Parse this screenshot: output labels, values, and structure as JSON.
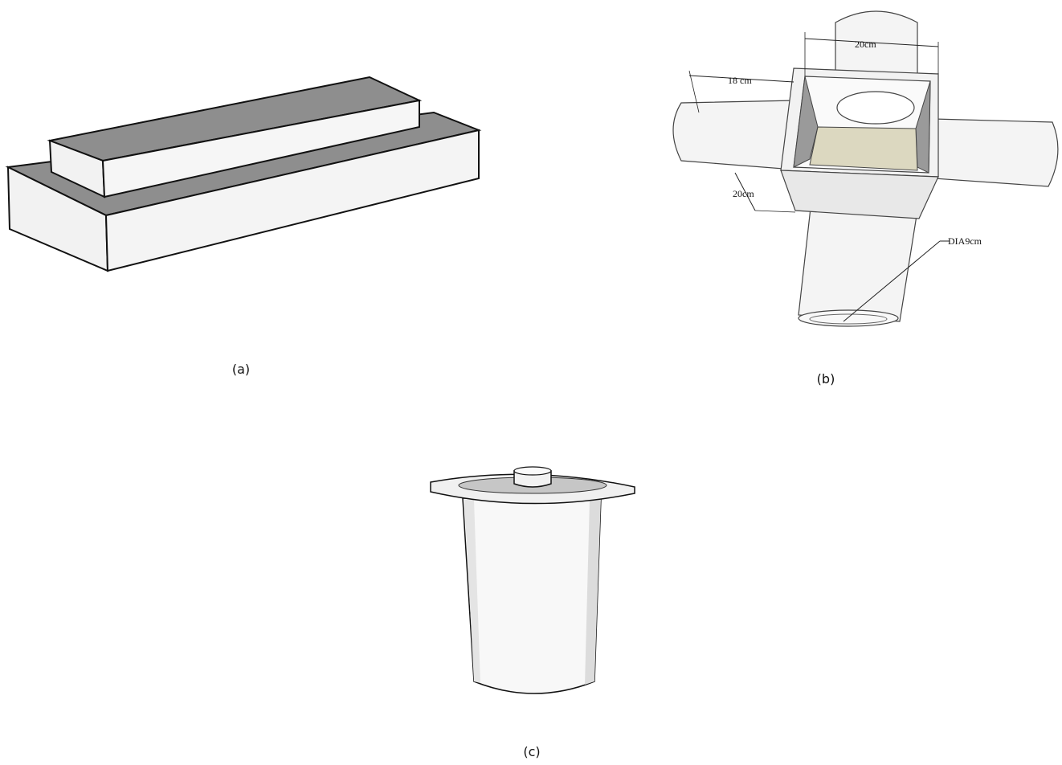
{
  "panels": [
    {
      "caption": "(a)"
    },
    {
      "caption": "(b)",
      "dimensions": {
        "top_width": "20cm",
        "left_length": "18 cm",
        "side_height": "20cm",
        "pipe_diameter": "DIA9cm"
      }
    },
    {
      "caption": "(c)"
    }
  ],
  "colors": {
    "outline": "#111111",
    "face_light": "#f2f2f2",
    "face_grey": "#8e8e8e",
    "floor_beige": "#dcd8c0"
  }
}
